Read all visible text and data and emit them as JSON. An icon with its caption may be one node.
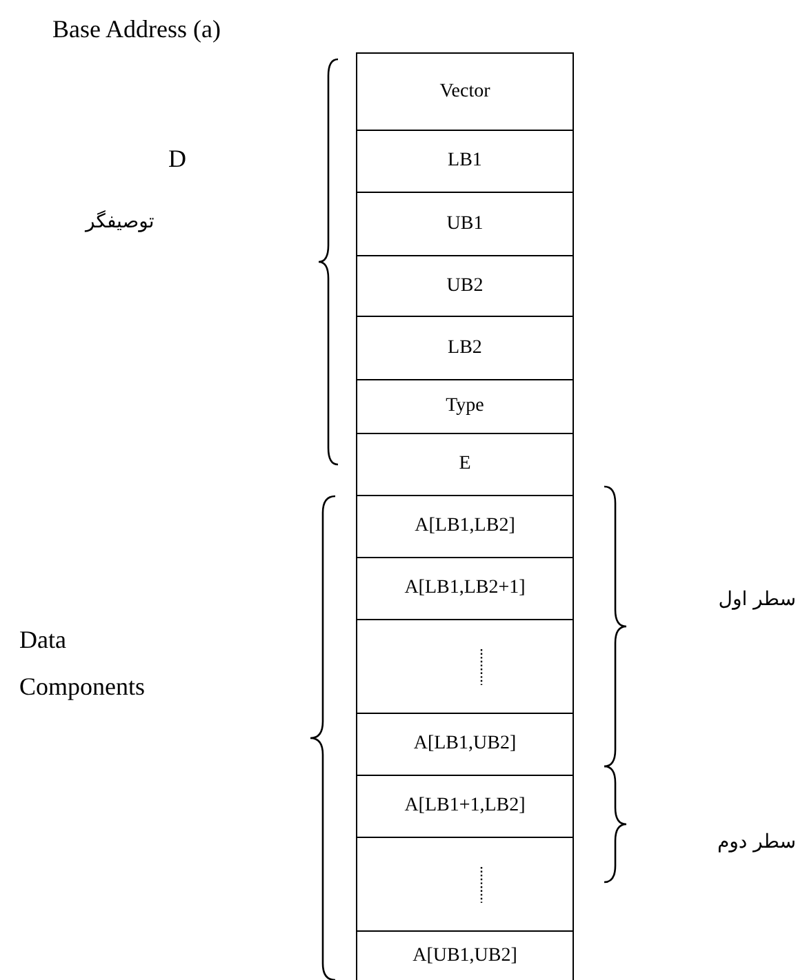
{
  "diagram": {
    "nodes": [
      {
        "text": [
          "Vector"
        ]
      },
      {
        "text": [
          "LB1"
        ]
      },
      {
        "text": [
          "UB1"
        ]
      },
      {
        "text": [
          "UB2"
        ]
      },
      {
        "text": [
          "LB2"
        ]
      },
      {
        "text": [
          "Type"
        ]
      },
      {
        "text": [
          "E"
        ]
      },
      {
        "text": [
          "A[LB1,LB2]"
        ]
      },
      {
        "text": [
          "A[LB1,LB2+1]"
        ]
      },
      {
        "text": [],
        "shape": "box"
      },
      {
        "text": [
          "A[LB1,UB2]"
        ]
      },
      {
        "text": [
          "A[LB1+1,LB2]"
        ]
      },
      {
        "text": [],
        "shape": "box"
      },
      {
        "text": [
          "A[UB1,UB2]"
        ]
      }
    ],
    "edges": [],
    "labels": [
      "Base Address (a)",
      "D",
      "توصیفگر",
      "Data Components",
      "سطر اول",
      "سطر دوم"
    ]
  }
}
